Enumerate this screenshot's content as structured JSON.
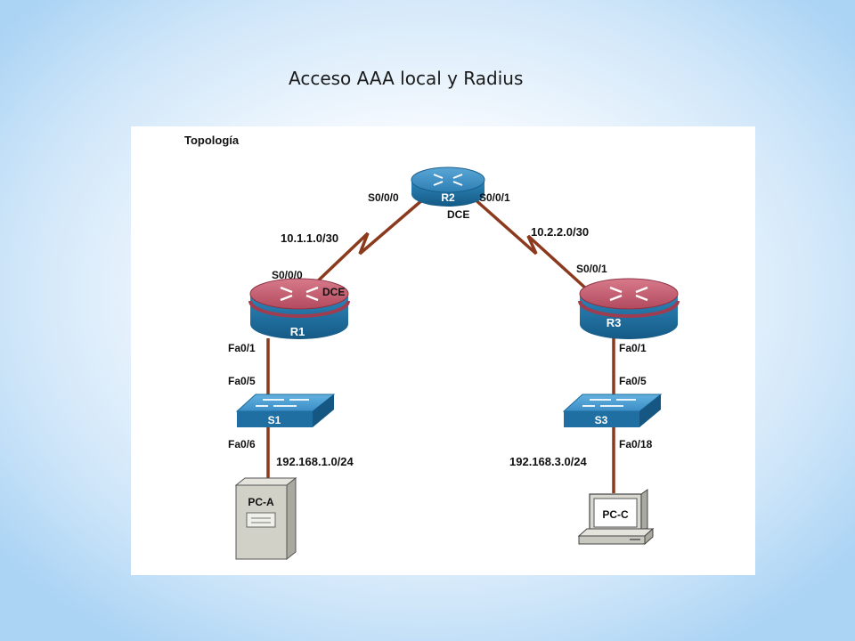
{
  "slide": {
    "title": "Acceso AAA local y Radius"
  },
  "diagram": {
    "heading": "Topología",
    "devices": {
      "r1": "R1",
      "r2": "R2",
      "r3": "R3",
      "s1": "S1",
      "s3": "S3",
      "pca": "PC-A",
      "pcc": "PC-C"
    },
    "links": {
      "r1_r2": {
        "network": "10.1.1.0/30",
        "r1_port": "S0/0/0",
        "r1_dce": "DCE",
        "r2_port": "S0/0/0"
      },
      "r2_r3": {
        "network": "10.2.2.0/30",
        "r2_port": "S0/0/1",
        "r2_dce": "DCE",
        "r3_port": "S0/0/1"
      },
      "r1_s1": {
        "r1_port": "Fa0/1",
        "s1_port": "Fa0/5"
      },
      "s1_pca": {
        "s1_port": "Fa0/6",
        "network": "192.168.1.0/24"
      },
      "r3_s3": {
        "r3_port": "Fa0/1",
        "s3_port": "Fa0/5"
      },
      "s3_pcc": {
        "s3_port": "Fa0/18",
        "network": "192.168.3.0/24"
      }
    },
    "colors": {
      "link": "#8b3a1e",
      "router_top": "#c45a6e",
      "router_body": "#1f6f9f",
      "switch": "#2a83bd"
    }
  }
}
